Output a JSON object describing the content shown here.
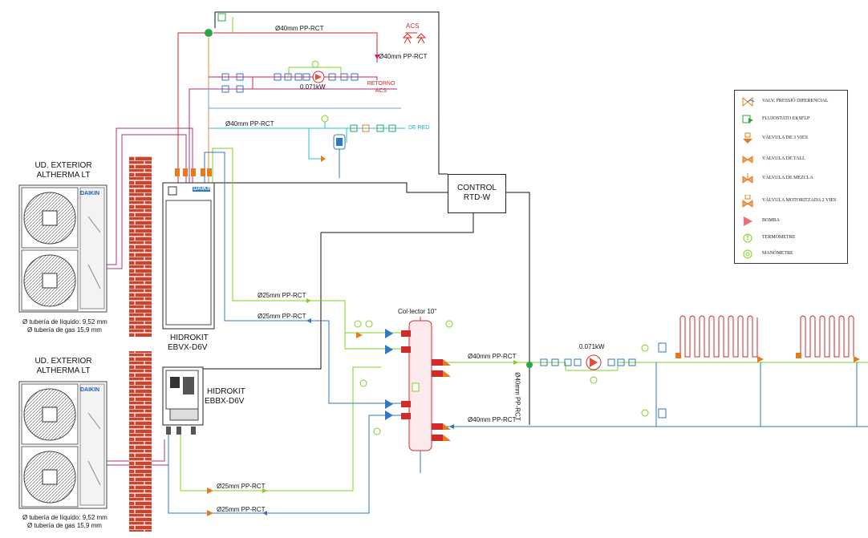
{
  "labels": {
    "acs_top": "Ø40mm PP-RCT",
    "acs": "ACS",
    "acs_down": "Ø40mm PP-RCT",
    "pump_top_kw": "0.071kW",
    "retorno_1": "RETORNO",
    "retorno_2": "ACS",
    "red_pipe": "Ø40mm PP-RCT",
    "de_red": "DE RED",
    "unit_1_line1": "UD. EXTERIOR",
    "unit_1_line2": "ALTHERMA LT",
    "unit_1_liq": "Ø tubería de líquido: 9,52 mm",
    "unit_1_gas": "Ø tubería de gas 15,9 mm",
    "unit_2_line1": "UD. EXTERIOR",
    "unit_2_line2": "ALTHERMA LT",
    "unit_2_liq": "Ø tubería de líquido: 9,52 mm",
    "unit_2_gas": "Ø tubería de gas 15,9 mm",
    "hidrokit_1_line1": "HIDROKIT",
    "hidrokit_1_line2": "EBVX-D6V",
    "hidrokit_2_line1": "HIDROKIT",
    "hidrokit_2_line2": "EBBX-D6V",
    "control_line1": "CONTROL",
    "control_line2": "RTD-W",
    "pipe_25_a": "Ø25mm PP-RCT",
    "pipe_25_b": "Ø25mm PP-RCT",
    "pipe_25_c": "Ø25mm PP-RCT",
    "pipe_25_d": "Ø25mm PP-RCT",
    "collector": "Col·lector 10\"",
    "pipe_40_supply": "Ø40mm PP-RCT",
    "pipe_40_return": "Ø40mm PP-RCT",
    "pipe_40_vertical": "Ø40mm PP-RCT",
    "pump_bottom_kw": "0.071kW",
    "daikin_1": "DAIKIN",
    "daikin_2": "DAIKIN",
    "daikin_3": "DAIKIN"
  },
  "legend": [
    {
      "icon": "differential-pressure-valve-icon",
      "label": "VALV. PRESSIÓ DIFERENCIAL"
    },
    {
      "icon": "flow-switch-icon",
      "label": "FLUJOSTATO EKSFLP"
    },
    {
      "icon": "three-way-valve-icon",
      "label": "VÀLVULA DE 3 VIES"
    },
    {
      "icon": "shutoff-valve-icon",
      "label": "VÀLVULA DE TALL"
    },
    {
      "icon": "mixing-valve-icon",
      "label": "VÀLVULA DE MEZCLA"
    },
    {
      "icon": "motorized-valve-icon",
      "label": "VÀLVULA MOTORITZADA 2 VIES"
    },
    {
      "icon": "pump-icon",
      "label": "BOMBA"
    },
    {
      "icon": "thermometer-icon",
      "label": "TERMÒMETRE"
    },
    {
      "icon": "manometer-icon",
      "label": "MANÒMETRE"
    }
  ],
  "colors": {
    "hot_water": "#d12a2a",
    "refrigerant": "#b0307a",
    "supply": "#7ed321",
    "return": "#2f78c4",
    "network": "#22c3d6",
    "dhw_return": "#d81b60",
    "control": "#111111",
    "brick": "#c0392b",
    "valve": "#e57b1f",
    "green_valve": "#27a844"
  }
}
